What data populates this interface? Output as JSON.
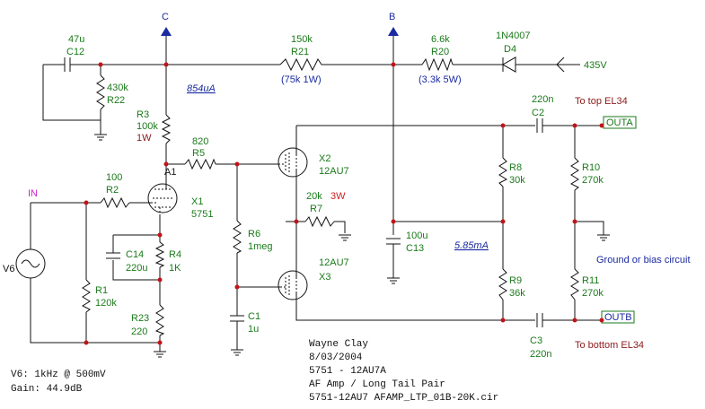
{
  "nodes": {
    "c_label": "C",
    "b_label": "B",
    "a1_label": "A1"
  },
  "components": {
    "c12": {
      "name": "C12",
      "value": "47u"
    },
    "r22": {
      "name": "R22",
      "value": "430k"
    },
    "r3": {
      "name": "R3",
      "value": "100k",
      "extra": "1W"
    },
    "r21": {
      "name": "R21",
      "value": "150k",
      "extra": "(75k 1W)"
    },
    "r20": {
      "name": "R20",
      "value": "6.6k",
      "extra": "(3.3k 5W)"
    },
    "d4": {
      "name": "D4",
      "value": "1N4007"
    },
    "supply": {
      "value": "435V"
    },
    "r5": {
      "name": "R5",
      "value": "820"
    },
    "r2": {
      "name": "R2",
      "value": "100"
    },
    "x1": {
      "name": "X1",
      "value": "5751"
    },
    "x2": {
      "name": "X2",
      "value": "12AU7"
    },
    "x3": {
      "name": "X3",
      "value": "12AU7"
    },
    "r7": {
      "name": "R7",
      "value": "20k",
      "extra": "3W"
    },
    "c13": {
      "name": "C13",
      "value": "100u"
    },
    "r8": {
      "name": "R8",
      "value": "30k"
    },
    "r9": {
      "name": "R9",
      "value": "36k"
    },
    "r10": {
      "name": "R10",
      "value": "270k"
    },
    "r11": {
      "name": "R11",
      "value": "270k"
    },
    "c2": {
      "name": "C2",
      "value": "220n"
    },
    "c3": {
      "name": "C3",
      "value": "220n"
    },
    "r6": {
      "name": "R6",
      "value": "1meg"
    },
    "c1": {
      "name": "C1",
      "value": "1u"
    },
    "c14": {
      "name": "C14",
      "value": "220u"
    },
    "r4": {
      "name": "R4",
      "value": "1K"
    },
    "r23": {
      "name": "R23",
      "value": "220"
    },
    "r1": {
      "name": "R1",
      "value": "120k"
    },
    "v6": {
      "name": "V6"
    }
  },
  "annotations": {
    "current_854": "854uA",
    "current_585": "5.85mA",
    "in_label": "IN",
    "outa": "OUTA",
    "outb": "OUTB",
    "to_top": "To top EL34",
    "to_bottom": "To bottom EL34",
    "ground_bias": "Ground or bias circuit"
  },
  "notes": {
    "sim_line1": "V6: 1kHz @ 500mV",
    "sim_line2": "Gain: 44.9dB",
    "title_line1": "Wayne Clay",
    "title_line2": "8/03/2004",
    "title_line3": "5751 - 12AU7A",
    "title_line4": "AF Amp / Long Tail Pair",
    "title_line5": "5751-12AU7 AFAMP_LTP_01B-20K.cir"
  }
}
